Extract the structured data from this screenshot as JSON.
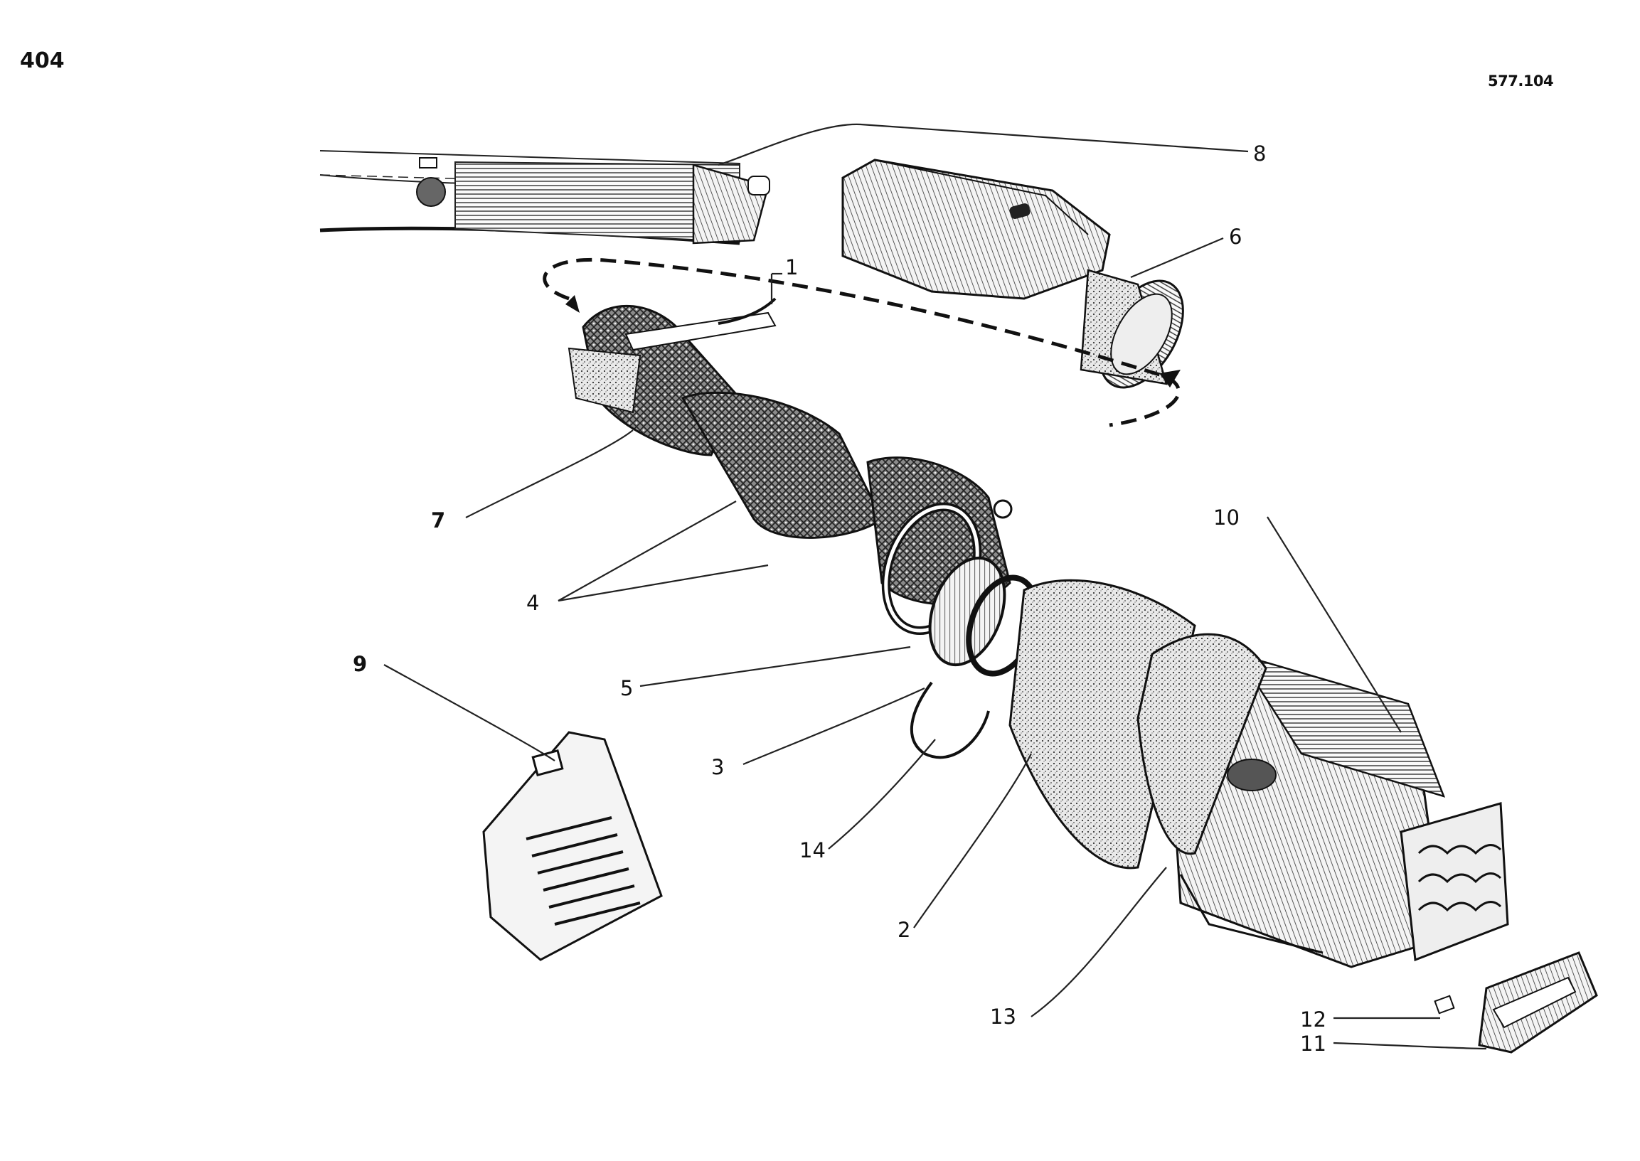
{
  "header": {
    "page_number": "404",
    "drawing_number": "577.104"
  },
  "callouts": [
    {
      "id": "1",
      "label": "1"
    },
    {
      "id": "2",
      "label": "2"
    },
    {
      "id": "3",
      "label": "3"
    },
    {
      "id": "4",
      "label": "4"
    },
    {
      "id": "5",
      "label": "5"
    },
    {
      "id": "6",
      "label": "6"
    },
    {
      "id": "7",
      "label": "7"
    },
    {
      "id": "8",
      "label": "8"
    },
    {
      "id": "9",
      "label": "9"
    },
    {
      "id": "10",
      "label": "10"
    },
    {
      "id": "11",
      "label": "11"
    },
    {
      "id": "12",
      "label": "12"
    },
    {
      "id": "13",
      "label": "13"
    },
    {
      "id": "14",
      "label": "14"
    }
  ],
  "colors": {
    "ink": "#1a1a1a",
    "paper": "#ffffff"
  }
}
